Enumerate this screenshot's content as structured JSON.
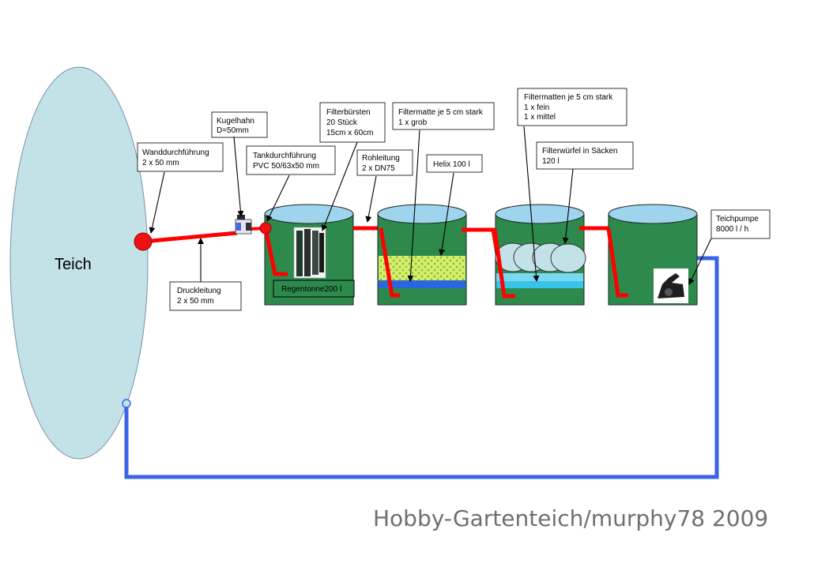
{
  "pond": {
    "label": "Teich"
  },
  "labels": {
    "wanddurchfuehrung": [
      "Wanddurchführung",
      "2 x 50 mm"
    ],
    "kugelhahn": [
      "Kugelhahn",
      "D=50mm"
    ],
    "tankdurchfuehrung": [
      "Tankdurchführung",
      "PVC 50/63x50 mm"
    ],
    "filterbuersten": [
      "Filterbürsten",
      "20 Stück",
      "15cm x 60cm"
    ],
    "rohleitung": [
      "Rohleitung",
      "2 x DN75"
    ],
    "filtermatte_grob": [
      "Filtermatte je 5 cm stark",
      "1 x grob"
    ],
    "helix": [
      "Helix 100 l"
    ],
    "filtermatten_fein_mittel": [
      "Filtermatten je 5 cm stark",
      "1 x fein",
      "1 x mittel"
    ],
    "filterwuerfel": [
      "Filterwürfel in Säcken",
      "120 l"
    ],
    "teichpumpe": [
      "Teichpumpe",
      "8000 l / h"
    ],
    "druckleitung": [
      "Druckleitung",
      "2 x 50 mm"
    ],
    "regentonne": [
      "Regentonne200 l"
    ]
  },
  "watermark": "Hobby-Gartenteich/murphy78 2009",
  "colors": {
    "pond": "#c2e2e8",
    "tank_body": "#2d8a4c",
    "water_top": "#9fd4ee",
    "pipe_red": "#ff0000",
    "pipe_blue": "#3a63e8",
    "helix": "#d4ef70",
    "filter_mat_blue": "#2a66e0",
    "light_blue": "#6fd5f3"
  }
}
